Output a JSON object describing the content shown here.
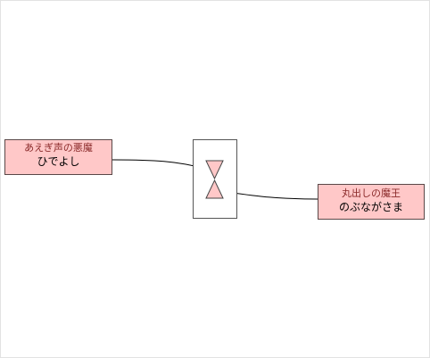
{
  "colors": {
    "node_fill": "#ffc8c8",
    "node_border": "#5a4848",
    "subtitle_text": "#8a2a2a",
    "title_text": "#000000",
    "edge": "#000000",
    "triangle_fill": "#ffc8c8"
  },
  "nodes": {
    "left": {
      "subtitle": "あえぎ声の悪魔",
      "title": "ひでよし"
    },
    "right": {
      "subtitle": "丸出しの魔王",
      "title": "のぶながさま"
    }
  }
}
